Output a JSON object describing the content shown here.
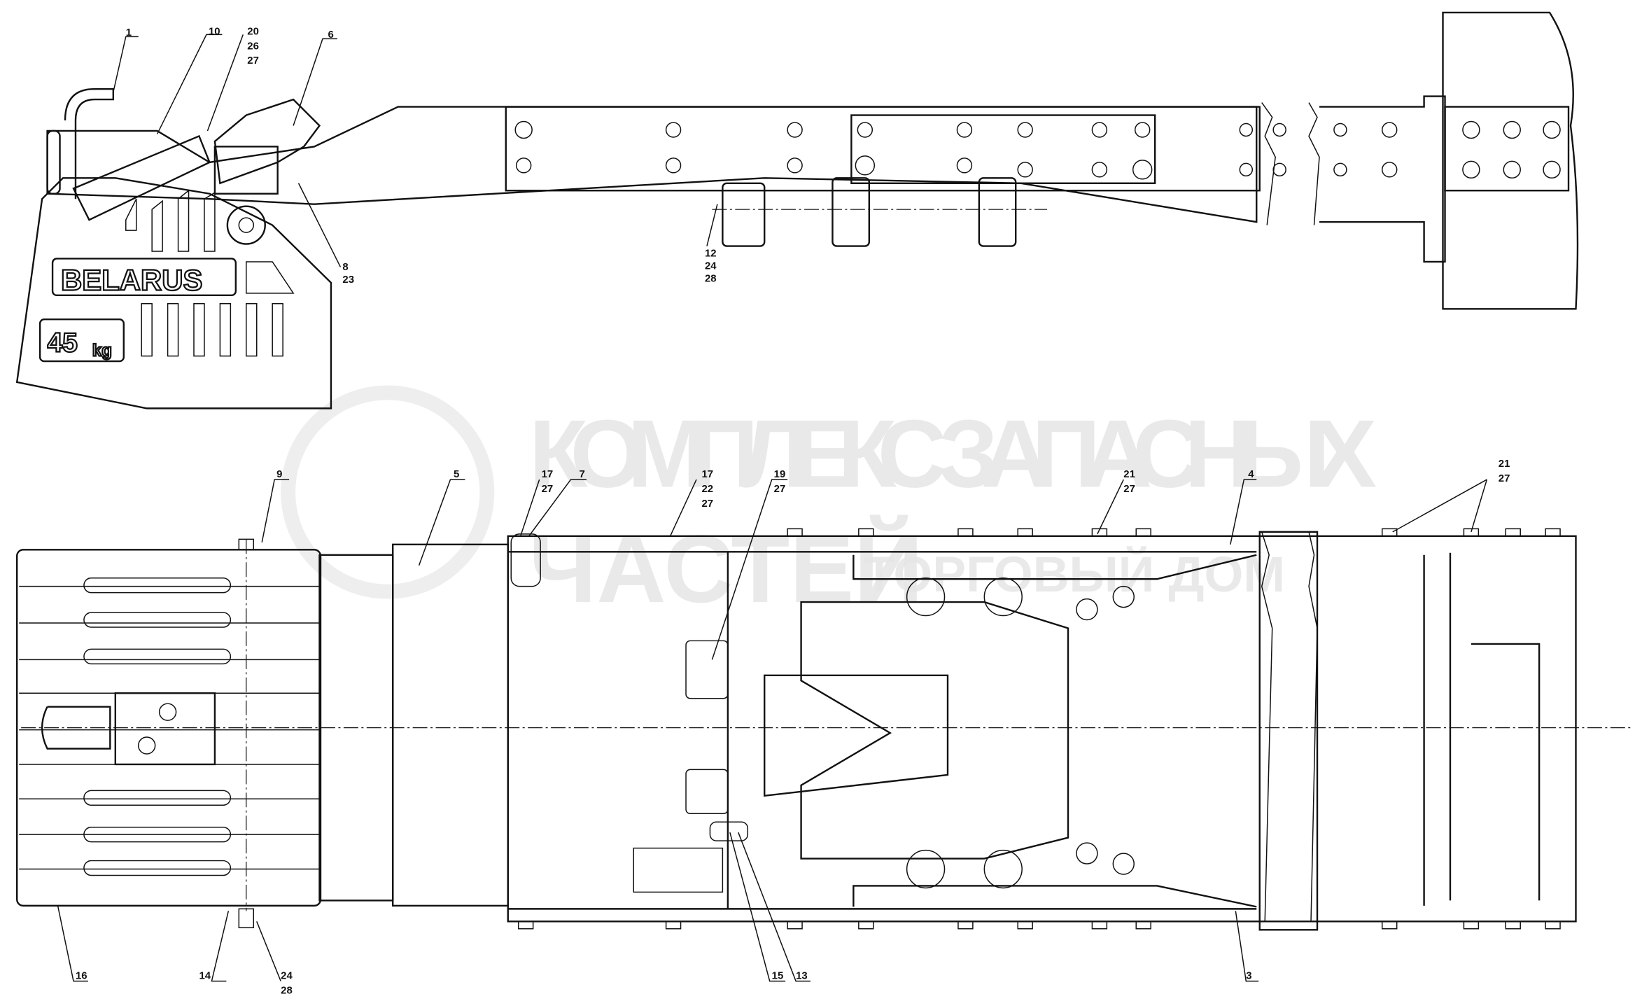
{
  "watermark": {
    "line1": "КОМПЛЕКС ЗАПАСНЫХ",
    "line2": "ЧАСТЕЙ",
    "line3": "ТОРГОВЫЙ ДОМ"
  },
  "weight_plate": {
    "brand": "BELARUS",
    "mass": "45",
    "unit": "kg"
  },
  "top_view_labels": {
    "l1": "1",
    "l10": "10",
    "l20": [
      "20",
      "26",
      "27"
    ],
    "l6": "6",
    "l8": [
      "8",
      "23"
    ],
    "l12": [
      "12",
      "24",
      "28"
    ]
  },
  "bottom_view_labels": {
    "l9": "9",
    "l5": "5",
    "l17a": [
      "17",
      "27"
    ],
    "l7": "7",
    "l17b": [
      "17",
      "22",
      "27"
    ],
    "l19": [
      "19",
      "27"
    ],
    "l21a": [
      "21",
      "27"
    ],
    "l4": "4",
    "l21b": [
      "21",
      "27"
    ],
    "l16": "16",
    "l14": "14",
    "l24": [
      "24",
      "28"
    ],
    "l15": "15",
    "l13": "13",
    "l3": "3"
  }
}
